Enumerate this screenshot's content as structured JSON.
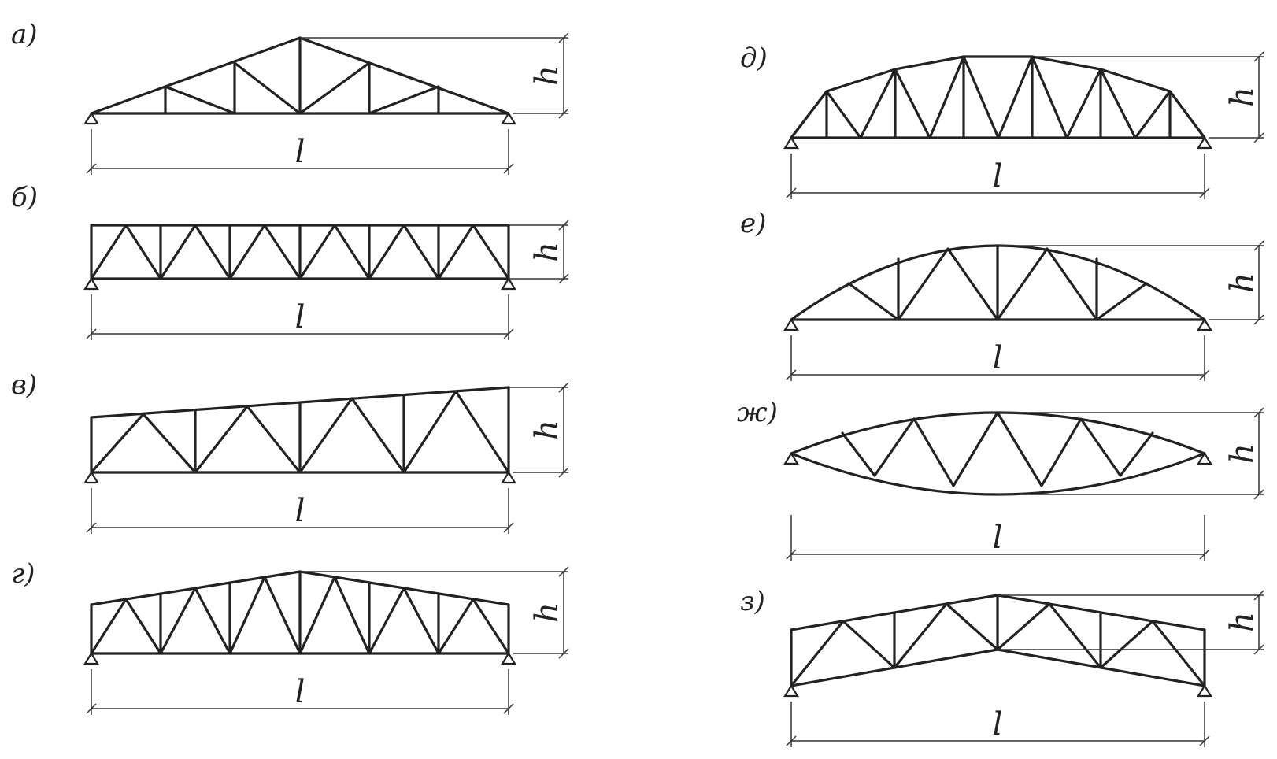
{
  "panels": [
    {
      "id": "a",
      "label": "а)",
      "span_label": "l",
      "height_label": "h"
    },
    {
      "id": "b",
      "label": "б)",
      "span_label": "l",
      "height_label": "h"
    },
    {
      "id": "v",
      "label": "в)",
      "span_label": "l",
      "height_label": "h"
    },
    {
      "id": "g",
      "label": "г)",
      "span_label": "l",
      "height_label": "h"
    },
    {
      "id": "d",
      "label": "д)",
      "span_label": "l",
      "height_label": "h"
    },
    {
      "id": "e",
      "label": "е)",
      "span_label": "l",
      "height_label": "h"
    },
    {
      "id": "zh",
      "label": "ж)",
      "span_label": "l",
      "height_label": "h"
    },
    {
      "id": "z",
      "label": "з)",
      "span_label": "l",
      "height_label": "h"
    }
  ]
}
